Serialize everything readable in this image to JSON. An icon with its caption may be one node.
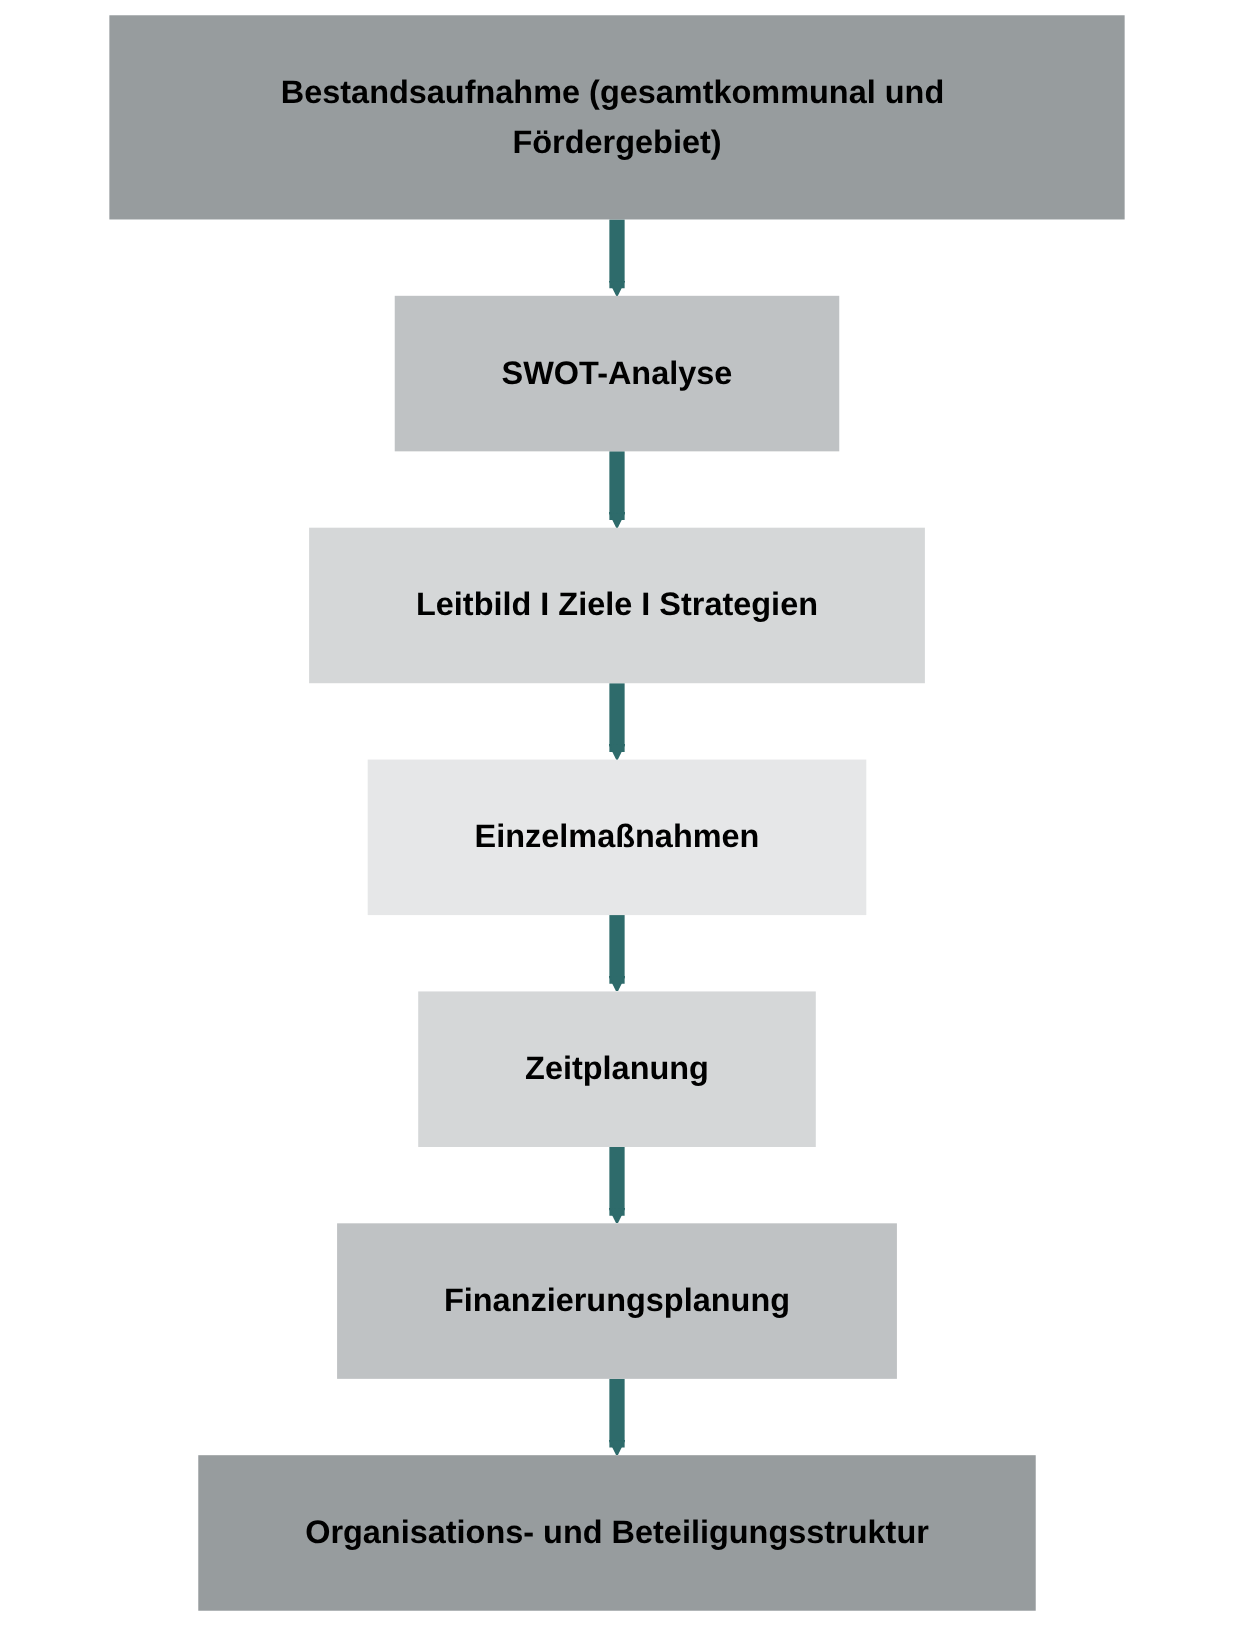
{
  "diagram": {
    "nodes": [
      {
        "text": [
          "Bestandsaufnahme (gesamtkommunal und Fördergebiet)"
        ]
      },
      {
        "text": [
          "SWOT-Analyse"
        ]
      },
      {
        "text": [
          "Leitbild I Ziele I Strategien"
        ]
      },
      {
        "text": [
          "Einzelmaßnahmen"
        ]
      },
      {
        "text": [
          "Zeitplanung"
        ]
      },
      {
        "text": [
          "Finanzierungsplanung"
        ]
      },
      {
        "text": [
          "Organisations- und Beteiligungsstruktur"
        ]
      }
    ],
    "edges": [
      {
        "from": 0,
        "to": 1,
        "arrow": "to"
      },
      {
        "from": 1,
        "to": 2,
        "arrow": "to"
      },
      {
        "from": 2,
        "to": 3,
        "arrow": "to"
      },
      {
        "from": 3,
        "to": 4,
        "arrow": "to"
      },
      {
        "from": 4,
        "to": 5,
        "arrow": "to"
      },
      {
        "from": 5,
        "to": 6,
        "arrow": "to"
      }
    ]
  }
}
